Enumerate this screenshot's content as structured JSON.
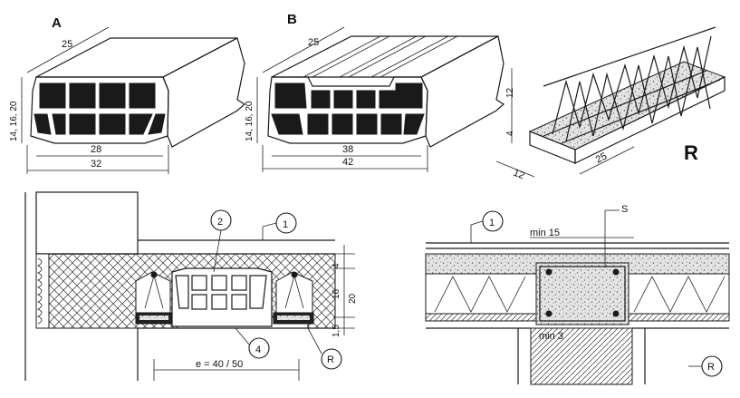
{
  "figure": {
    "block_a": {
      "letter": "A",
      "dim_width_top": "25",
      "dim_height": "14, 16, 20",
      "dim_inner": "28",
      "dim_outer": "32"
    },
    "block_b": {
      "letter": "B",
      "dim_width_top": "25",
      "dim_height": "14, 16, 20",
      "dim_inner": "38",
      "dim_outer": "42"
    },
    "truss_r": {
      "letter": "R",
      "dim_height": "12",
      "dim_base_height": "4",
      "dim_base_width": "12",
      "dim_length": "25"
    },
    "section_left": {
      "callout_2": "2",
      "callout_1": "1",
      "callout_4": "4",
      "callout_r": "R",
      "dim_top": "4",
      "dim_mid": "16",
      "dim_total": "20",
      "dim_bottom": "1,5",
      "spacing": "e = 40 / 50"
    },
    "section_right": {
      "callout_1": "1",
      "label_s": "S",
      "min_top": "min 15",
      "min_bottom": "min 3",
      "callout_r": "R"
    }
  }
}
